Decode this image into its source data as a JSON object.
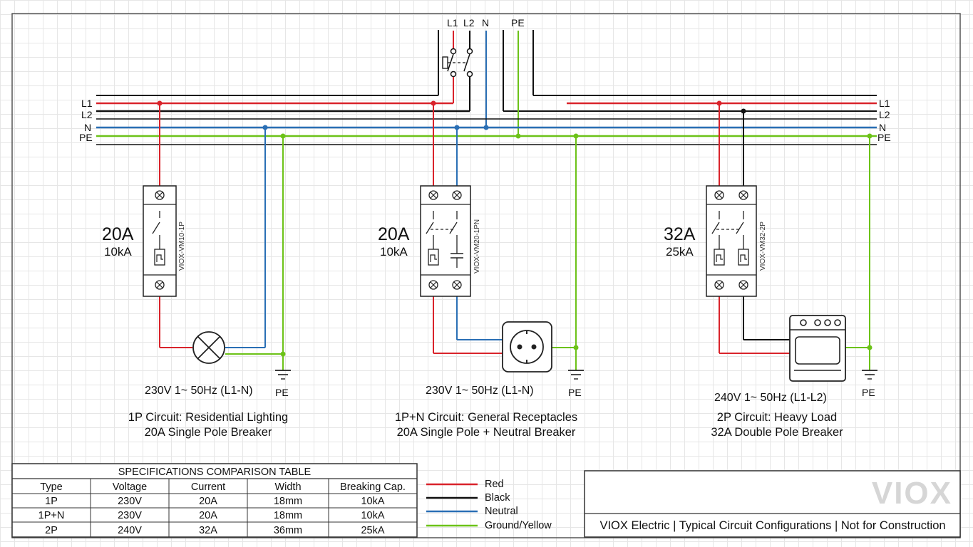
{
  "bus_labels": {
    "l1": "L1",
    "l2": "L2",
    "n": "N",
    "pe": "PE"
  },
  "colors": {
    "red": "#d9232b",
    "black": "#111111",
    "neutral": "#2a6fb5",
    "ground": "#6cc218"
  },
  "circuits": [
    {
      "rating": "20A",
      "breaking": "10kA",
      "model": "VIOX-VM10-1P",
      "voltage_label": "230V 1~ 50Hz (L1-N)",
      "pe_label": "PE",
      "title": "1P Circuit: Residential Lighting",
      "subtitle": "20A Single Pole Breaker"
    },
    {
      "rating": "20A",
      "breaking": "10kA",
      "model": "VIOX-VM20-1PN",
      "voltage_label": "230V 1~ 50Hz (L1-N)",
      "pe_label": "PE",
      "title": "1P+N Circuit: General Receptacles",
      "subtitle": "20A Single Pole + Neutral Breaker"
    },
    {
      "rating": "32A",
      "breaking": "25kA",
      "model": "VIOX-VM32-2P",
      "voltage_label": "240V 1~ 50Hz (L1-L2)",
      "pe_label": "PE",
      "title": "2P Circuit: Heavy Load",
      "subtitle": "32A Double Pole Breaker"
    }
  ],
  "spec_table": {
    "title": "SPECIFICATIONS COMPARISON TABLE",
    "headers": [
      "Type",
      "Voltage",
      "Current",
      "Width",
      "Breaking Cap."
    ],
    "rows": [
      [
        "1P",
        "230V",
        "20A",
        "18mm",
        "10kA"
      ],
      [
        "1P+N",
        "230V",
        "20A",
        "18mm",
        "10kA"
      ],
      [
        "2P",
        "240V",
        "32A",
        "36mm",
        "25kA"
      ]
    ]
  },
  "legend": [
    {
      "label": "Red",
      "color": "#d9232b"
    },
    {
      "label": "Black",
      "color": "#111111"
    },
    {
      "label": "Neutral",
      "color": "#2a6fb5"
    },
    {
      "label": "Ground/Yellow",
      "color": "#6cc218"
    }
  ],
  "footer": {
    "logo": "VIOX",
    "text": "VIOX Electric | Typical Circuit Configurations | Not for Construction"
  }
}
